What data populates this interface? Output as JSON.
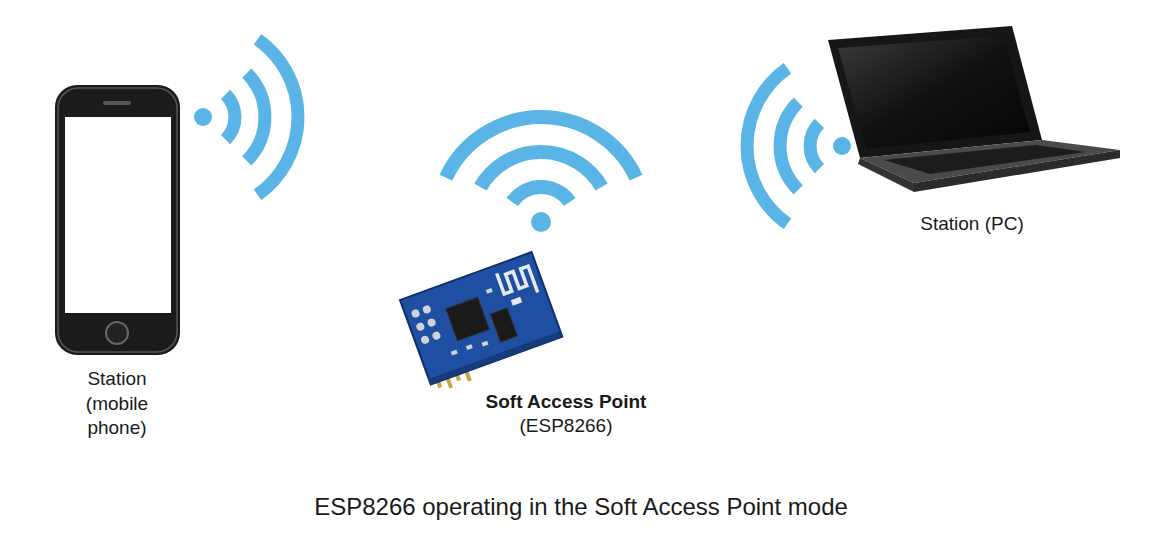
{
  "diagram": {
    "caption": "ESP8266 operating in the Soft Access Point mode",
    "labels": [
      "Station (mobile phone)",
      "Soft Access Point",
      "(ESP8266)",
      "Station (PC)"
    ]
  }
}
